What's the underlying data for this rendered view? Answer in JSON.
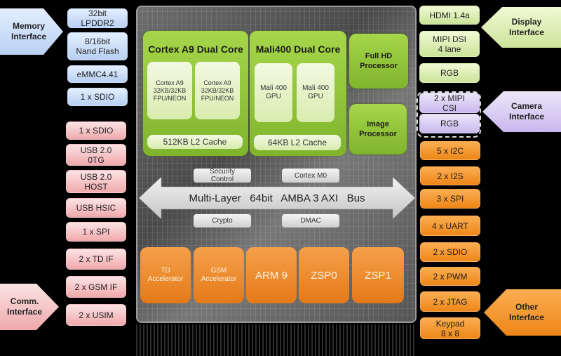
{
  "memory_interface": {
    "label": "Memory\nInterface",
    "items": [
      "32bit\nLPDDR2",
      "8/16bit\nNand Flash",
      "eMMC4.41",
      "1 x SDIO"
    ],
    "color": "#b8d0f2"
  },
  "comm_interface": {
    "label": "Comm.\nInterface",
    "items": [
      "1 x SDIO",
      "USB 2.0\n0TG",
      "USB 2.0\nHOST",
      "USB  HSIC",
      "1 x SPI",
      "2 x TD IF",
      "2 x GSM IF",
      "2 x USIM"
    ],
    "color": "#f0a9ac"
  },
  "display_interface": {
    "label": "Display\nInterface",
    "items": [
      "HDMI 1.4a",
      "MIPI DSI\n4 lane",
      "RGB"
    ],
    "color": "#cbe49a"
  },
  "camera_interface": {
    "label": "Camera\nInterface",
    "items": [
      "2 x MIPI\nCSI",
      "RGB"
    ],
    "color": "#c8b8ee"
  },
  "other_interface": {
    "label": "Other\nInterface",
    "items": [
      "5 x  I2C",
      "2 x I2S",
      "3 x SPI",
      "4 x  UART",
      "2 x SDIO",
      "2 x  PWM",
      "2 x  JTAG",
      "Keypad\n8 x 8"
    ],
    "color": "#ee8618"
  },
  "soc": {
    "cpu": {
      "title": "Cortex A9  Dual Core",
      "cores": [
        "Cortex  A9\n32KB/32KB\nFPU/NEON",
        "Cortex  A9\n32KB/32KB\nFPU/NEON"
      ],
      "cache": "512KB L2 Cache"
    },
    "gpu": {
      "title": "Mali400  Dual Core",
      "cores": [
        "Mali 400\nGPU",
        "Mali 400\nGPU"
      ],
      "cache": "64KB L2 Cache"
    },
    "full_hd": "Full HD\nProcessor",
    "image_proc": "Image\nProcessor",
    "security": "Security\nControl",
    "cortex_m0": "Cortex M0",
    "bus": "Multi-Layer   64bit   AMBA 3 AXI   Bus",
    "crypto": "Crypto",
    "dmac": "DMAC",
    "accelerators": [
      "TD\nAccelerator",
      "GSM\nAccelerator",
      "ARM 9",
      "ZSP0",
      "ZSP1"
    ],
    "green": "#8dc23a",
    "orange": "#ec8a2a"
  }
}
